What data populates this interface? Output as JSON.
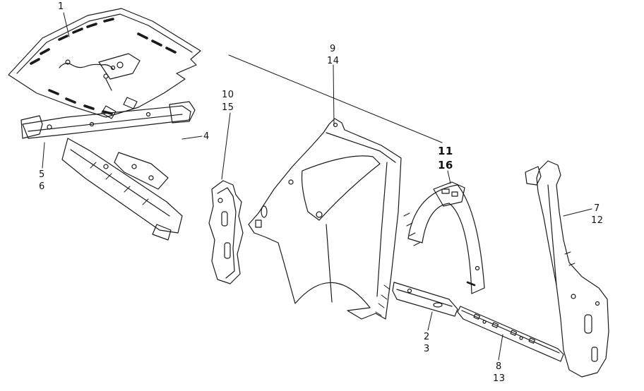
{
  "diagram": {
    "kind": "exploded-parts-line-drawing",
    "colors": {
      "background": "#ffffff",
      "line": "#1a1a1a",
      "label_text": "#111111"
    }
  },
  "callouts": {
    "floor": {
      "a": "1"
    },
    "crossmember": {
      "a": "4"
    },
    "crossrail": {
      "a": "5",
      "b": "6"
    },
    "quarter": {
      "a": "9",
      "b": "14"
    },
    "gusset": {
      "a": "10",
      "b": "15"
    },
    "wheelhouse": {
      "a": "11",
      "b": "16"
    },
    "pillar": {
      "a": "7",
      "b": "12"
    },
    "sill": {
      "a": "2",
      "b": "3"
    },
    "molding": {
      "a": "8",
      "b": "13"
    }
  }
}
